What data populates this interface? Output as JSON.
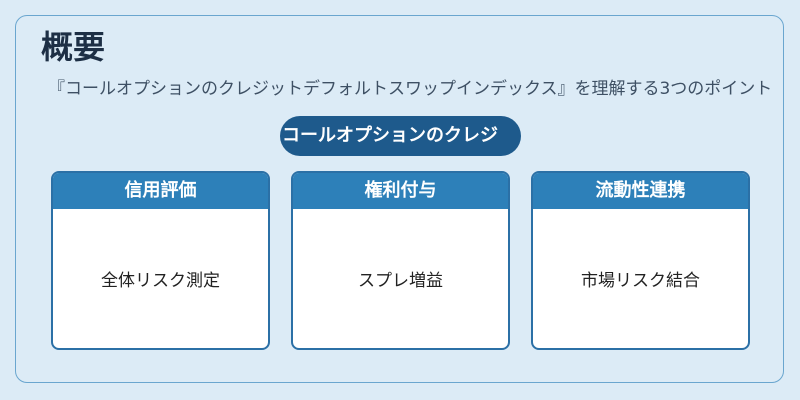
{
  "overview": {
    "title": "概要",
    "subtitle": "『コールオプションのクレジットデフォルトスワップインデックス』を理解する3つのポイント",
    "center_label": "コールオプションのクレジ",
    "cards": [
      {
        "header": "信用評価",
        "body": "全体リスク測定"
      },
      {
        "header": "権利付与",
        "body": "スプレ増益"
      },
      {
        "header": "流動性連携",
        "body": "市場リスク結合"
      }
    ]
  },
  "colors": {
    "background": "#dcebf6",
    "panel_border": "#6aa6cf",
    "pill": "#1e5a8c",
    "card_header": "#2d80b9",
    "card_border": "#2b70a6"
  }
}
